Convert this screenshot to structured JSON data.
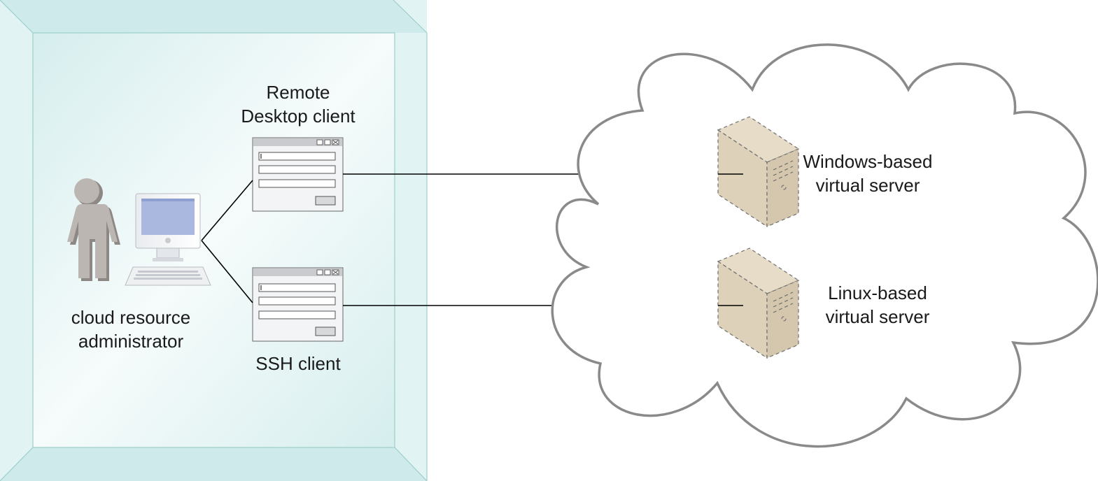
{
  "labels": {
    "rdp_client": [
      "Remote",
      "Desktop client"
    ],
    "ssh_client": "SSH client",
    "administrator": [
      "cloud resource",
      "administrator"
    ],
    "windows_server": [
      "Windows-based",
      "virtual server"
    ],
    "linux_server": [
      "Linux-based",
      "virtual server"
    ]
  },
  "colors": {
    "room_fill": "#e2f3f3",
    "room_edge": "#9ccfc9",
    "cloud_stroke": "#8a8a8a",
    "server_fill": "#e0d5bf",
    "person_fill": "#b8b2ae",
    "monitor_screen": "#aab8e0",
    "line": "#000000"
  },
  "icons": {
    "person": "person-icon",
    "computer": "computer-icon",
    "client_window": "window-icon",
    "server": "server-icon",
    "cloud": "cloud-icon"
  }
}
